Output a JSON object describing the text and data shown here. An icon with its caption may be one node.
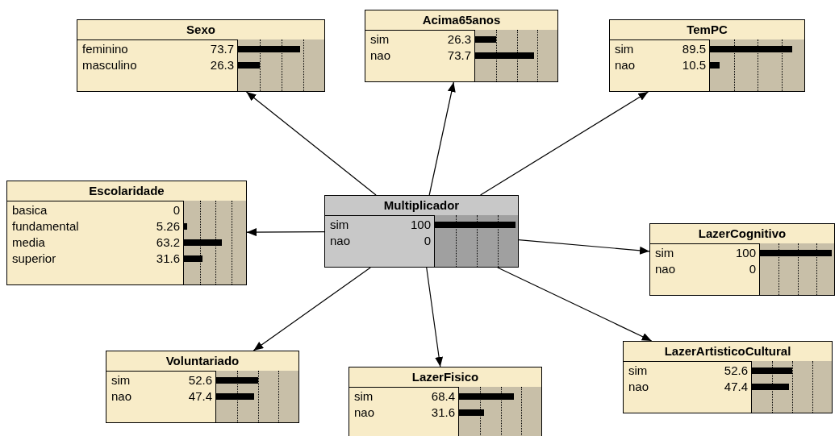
{
  "diagram": {
    "nodes": [
      {
        "text": [
          "Sexo",
          "feminino",
          "73.7",
          "masculino",
          "26.3"
        ]
      },
      {
        "text": [
          "Acima65anos",
          "sim",
          "26.3",
          "nao",
          "73.7"
        ]
      },
      {
        "text": [
          "TemPC",
          "sim",
          "89.5",
          "nao",
          "10.5"
        ]
      },
      {
        "text": [
          "Escolaridade",
          "basica",
          "0",
          "fundamental",
          "5.26",
          "media",
          "63.2",
          "superior",
          "31.6"
        ]
      },
      {
        "text": [
          "Multiplicador",
          "sim",
          "100",
          "nao",
          "0"
        ]
      },
      {
        "text": [
          "LazerCognitivo",
          "sim",
          "100",
          "nao",
          "0"
        ]
      },
      {
        "text": [
          "Voluntariado",
          "sim",
          "52.6",
          "nao",
          "47.4"
        ]
      },
      {
        "text": [
          "LazerFisico",
          "sim",
          "68.4",
          "nao",
          "31.6"
        ]
      },
      {
        "text": [
          "LazerArtisticoCultural",
          "sim",
          "52.6",
          "nao",
          "47.4"
        ]
      }
    ],
    "edges": [
      {
        "from": 4,
        "to": 0,
        "arrow": "to"
      },
      {
        "from": 4,
        "to": 1,
        "arrow": "to"
      },
      {
        "from": 4,
        "to": 2,
        "arrow": "to"
      },
      {
        "from": 4,
        "to": 3,
        "arrow": "to"
      },
      {
        "from": 4,
        "to": 5,
        "arrow": "to"
      },
      {
        "from": 4,
        "to": 6,
        "arrow": "to"
      },
      {
        "from": 4,
        "to": 7,
        "arrow": "to"
      },
      {
        "from": 4,
        "to": 8,
        "arrow": "to"
      }
    ]
  }
}
